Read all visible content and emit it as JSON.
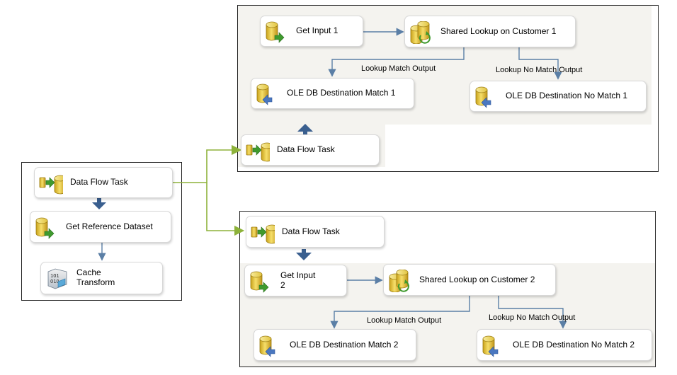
{
  "left_panel": {
    "nodes": {
      "dft": "Data Flow Task",
      "get_reference": "Get Reference Dataset",
      "cache": "Cache\nTransform"
    }
  },
  "top_panel": {
    "nodes": {
      "get_input": "Get Input 1",
      "shared_lookup": "Shared Lookup on Customer 1",
      "dest_match": "OLE DB Destination Match 1",
      "dest_nomatch": "OLE DB Destination No Match 1",
      "dft": "Data Flow Task"
    },
    "edges": {
      "match": "Lookup Match Output",
      "nomatch": "Lookup No Match Output"
    }
  },
  "bottom_panel": {
    "nodes": {
      "dft": "Data Flow Task",
      "get_input": "Get Input\n2",
      "shared_lookup": "Shared Lookup on Customer 2",
      "dest_match": "OLE DB Destination Match 2",
      "dest_nomatch": "OLE DB Destination No Match 2"
    },
    "edges": {
      "match": "Lookup Match Output",
      "nomatch": "Lookup No Match Output"
    }
  },
  "colors": {
    "connector": "#5b7fa6",
    "precedence": "#3a5f8f",
    "green_link": "#8db23a"
  }
}
